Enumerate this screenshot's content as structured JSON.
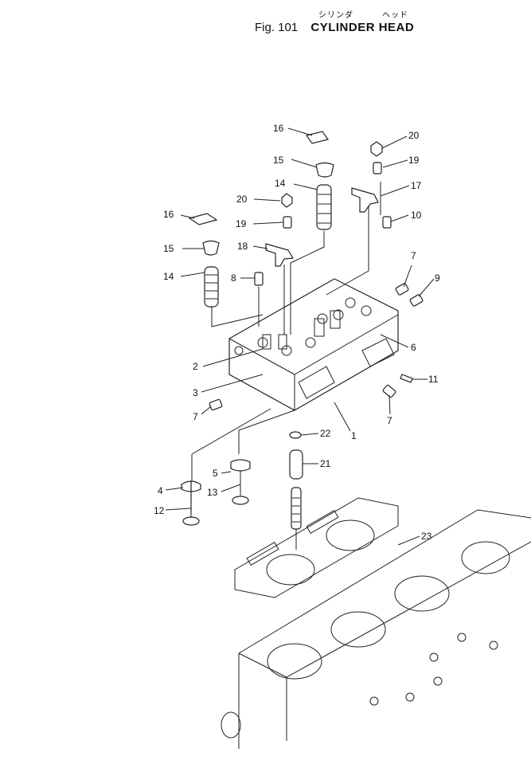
{
  "header": {
    "kana_cylinder": "シリンダ",
    "kana_head": "ヘッド",
    "figure_number": "Fig. 101",
    "figure_title": "CYLINDER HEAD"
  },
  "callouts": [
    "16",
    "20",
    "15",
    "19",
    "17",
    "14",
    "20",
    "10",
    "16",
    "19",
    "15",
    "18",
    "7",
    "9",
    "14",
    "8",
    "2",
    "6",
    "11",
    "3",
    "7",
    "7",
    "1",
    "22",
    "5",
    "21",
    "4",
    "13",
    "12",
    "23"
  ]
}
